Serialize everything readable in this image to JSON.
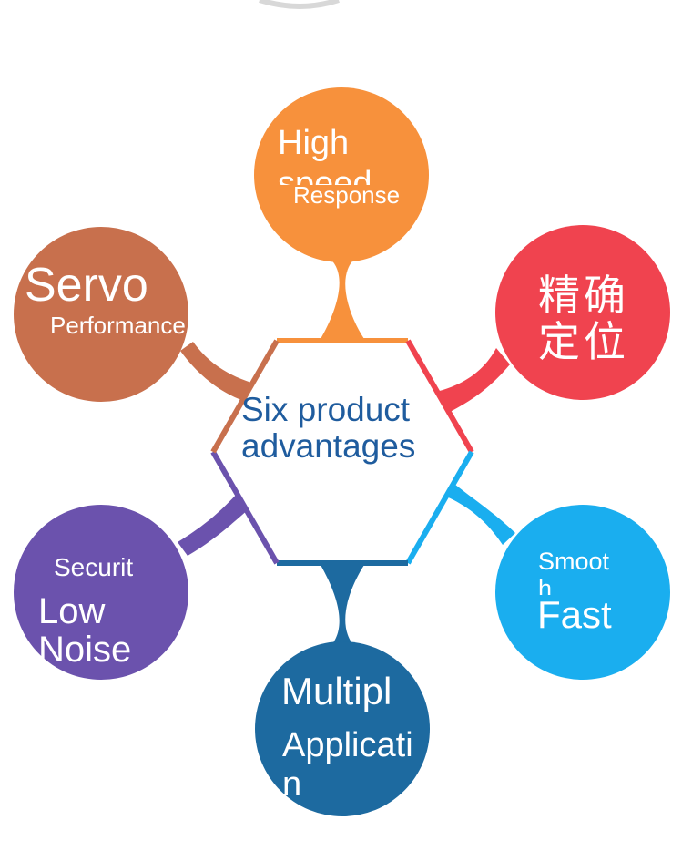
{
  "center": {
    "line1": "Six product",
    "line2": "advantages"
  },
  "colors": {
    "top": "#f7913c",
    "top_right": "#f0434f",
    "right": "#1aaeef",
    "bottom": "#1d6aa0",
    "left_bottom": "#6b52ad",
    "left_top": "#c8704d",
    "center_text": "#1f5c9e"
  },
  "nodes": {
    "top": {
      "line1": "High",
      "line2": "speed",
      "sub": "Response"
    },
    "top_right": {
      "line1": "精确",
      "line2": "定位"
    },
    "right": {
      "top1": "Smoot",
      "top2": "h",
      "main": "Fast"
    },
    "bottom": {
      "line1": "Multipl",
      "sub1": "Applicati",
      "sub2": "n"
    },
    "left_bottom": {
      "top1": "Securit",
      "line1": "Low",
      "line2": "Noise"
    },
    "left_top": {
      "line1": "Servo",
      "sub": "Performance"
    }
  }
}
